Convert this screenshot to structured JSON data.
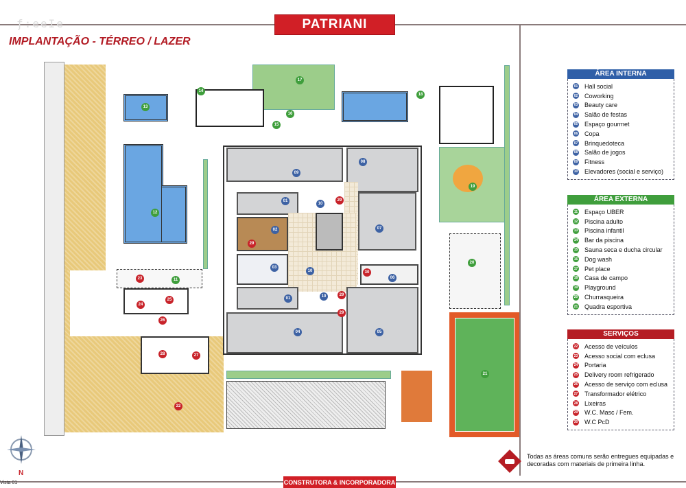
{
  "header": {
    "brand": "PATRIANI",
    "title": "IMPLANTAÇÃO  - TÉRREO / LAZER",
    "ghost_logo": "ƒ:eeIe"
  },
  "footer": {
    "tagline": "CONSTRUTORA & INCORPORADORA",
    "page_note": "Vista 01"
  },
  "compass": {
    "north_label": "N"
  },
  "colors": {
    "brand_red": "#d11f26",
    "internal_blue": "#3d62a4",
    "external_green": "#3f9e3c",
    "services_red": "#c8232a"
  },
  "legend": {
    "internal": {
      "title": "ÁREA  INTERNA",
      "items": [
        {
          "n": "01",
          "label": "Hall social"
        },
        {
          "n": "02",
          "label": "Coworking"
        },
        {
          "n": "03",
          "label": "Beauty care"
        },
        {
          "n": "04",
          "label": "Salão de festas"
        },
        {
          "n": "05",
          "label": "Espaço gourmet"
        },
        {
          "n": "06",
          "label": "Copa"
        },
        {
          "n": "07",
          "label": "Brinquedoteca"
        },
        {
          "n": "08",
          "label": "Salão de jogos"
        },
        {
          "n": "09",
          "label": "Fitness"
        },
        {
          "n": "10",
          "label": "Elevadores (social e serviço)"
        }
      ]
    },
    "external": {
      "title": "ÁREA EXTERNA",
      "items": [
        {
          "n": "11",
          "label": "Espaço UBER"
        },
        {
          "n": "12",
          "label": "Piscina adulto"
        },
        {
          "n": "13",
          "label": "Piscina infantil"
        },
        {
          "n": "14",
          "label": "Bar da piscina"
        },
        {
          "n": "15",
          "label": "Sauna seca e ducha circular"
        },
        {
          "n": "16",
          "label": "Dog wash"
        },
        {
          "n": "17",
          "label": "Pet place"
        },
        {
          "n": "18",
          "label": "Casa de campo"
        },
        {
          "n": "19",
          "label": "Playground"
        },
        {
          "n": "20",
          "label": "Churrasqueira"
        },
        {
          "n": "21",
          "label": "Quadra esportiva"
        }
      ]
    },
    "services": {
      "title": "SERVIÇOS",
      "items": [
        {
          "n": "22",
          "label": "Acesso de veículos"
        },
        {
          "n": "23",
          "label": "Acesso social com eclusa"
        },
        {
          "n": "24",
          "label": "Portaria"
        },
        {
          "n": "25",
          "label": "Delivery room refrigerado"
        },
        {
          "n": "26",
          "label": "Acesso de serviço com eclusa"
        },
        {
          "n": "27",
          "label": "Transformador elétrico"
        },
        {
          "n": "28",
          "label": "Lixeiras"
        },
        {
          "n": "29",
          "label": "W.C. Masc / Fem."
        },
        {
          "n": "30",
          "label": "W.C PcD"
        }
      ]
    }
  },
  "disclaimer": {
    "icon": "sofa-icon",
    "text": "Todas as áreas comuns serão entregues equipadas e decoradas com materiais de primeira linha."
  },
  "plan": {
    "markers": {
      "m09": "09",
      "m08": "08",
      "m01a": "01",
      "m10a": "10",
      "m02": "02",
      "m07": "07",
      "m03": "03",
      "m10b": "10",
      "m06": "06",
      "m01b": "01",
      "m10c": "10",
      "m04": "04",
      "m05": "05",
      "m29a": "29",
      "m29b": "29",
      "m30": "30",
      "m29c": "29",
      "m29d": "29",
      "m23": "23",
      "m24": "24",
      "m25": "25",
      "m26": "26",
      "m28": "28",
      "m27": "27",
      "m22": "22",
      "m13": "13",
      "m12": "12",
      "m14": "14",
      "m15": "15",
      "m16": "16",
      "m17": "17",
      "m18": "18",
      "m11": "11",
      "m19": "19",
      "m20": "20",
      "m21": "21"
    }
  }
}
